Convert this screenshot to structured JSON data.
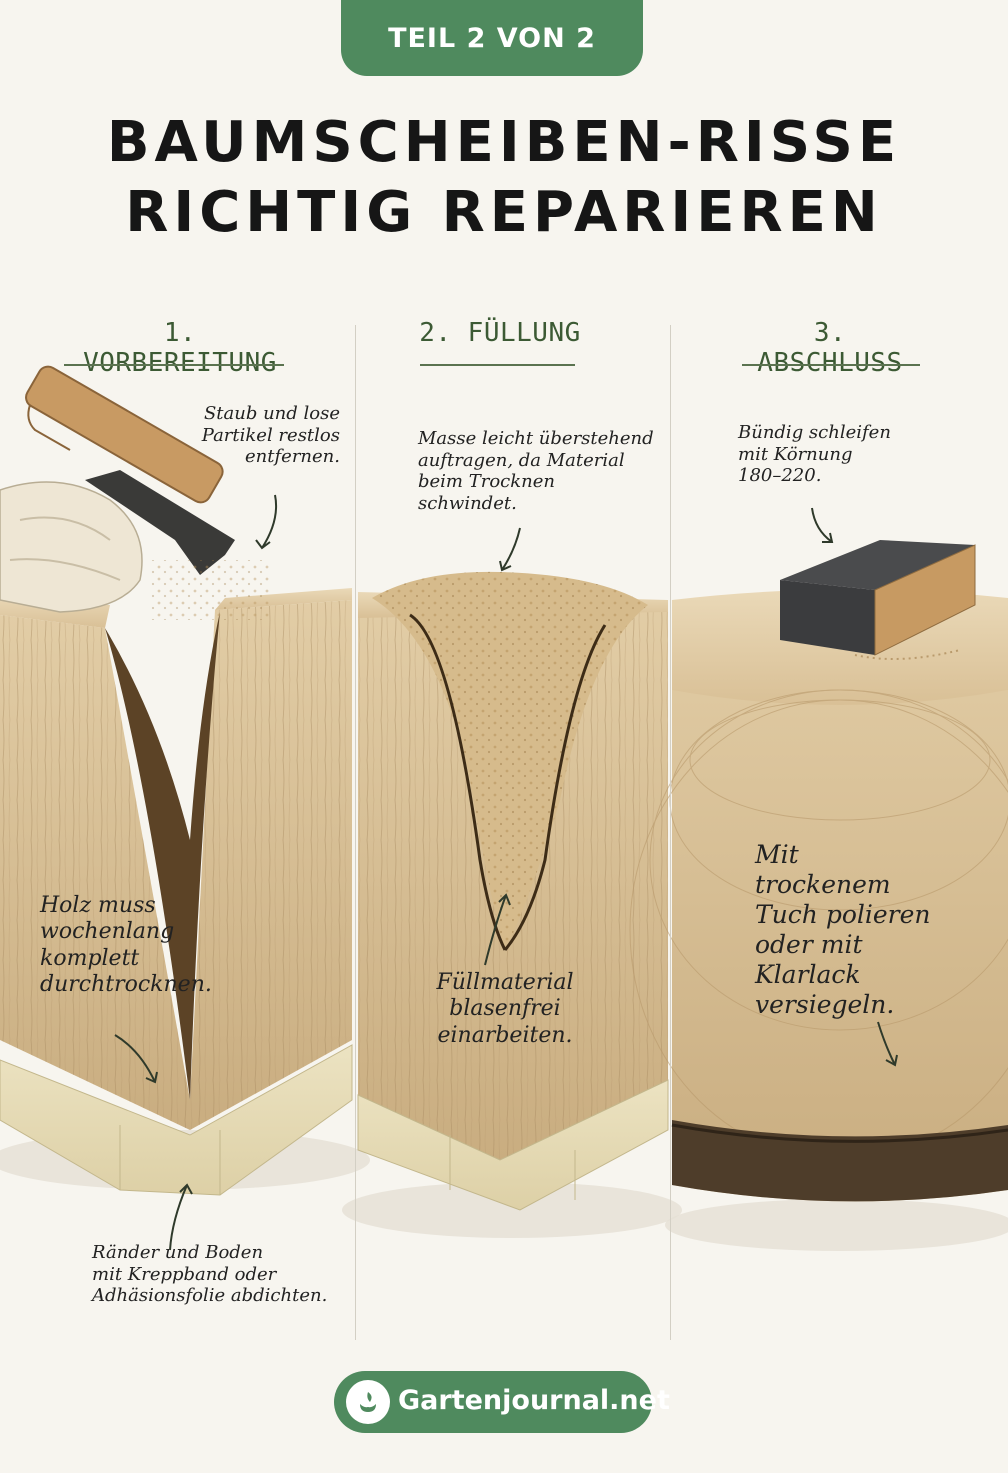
{
  "badge": "TEIL 2 VON 2",
  "title": {
    "line1": "BAUMSCHEIBEN-RISSE",
    "line2": "RICHTIG REPARIEREN"
  },
  "steps": [
    {
      "heading": "1. VORBEREITUNG",
      "note_top": "Staub und lose\nPartikel restlos\nentfernen.",
      "note_mid": "Holz muss\nwochenlang\nkomplett\ndurchtrocknen.",
      "note_bottom": "Ränder und Boden\nmit Kreppband oder\nAdhäsionsfolie abdichten."
    },
    {
      "heading": "2. FÜLLUNG",
      "note_top": "Masse leicht überstehend\nauftragen, da Material\nbeim Trocknen schwindet.",
      "note_mid": "Füllmaterial\nblasenfrei\neinarbeiten."
    },
    {
      "heading": "3. ABSCHLUSS",
      "note_top": "Bündig schleifen\nmit Körnung\n180–220.",
      "note_mid": "Mit trockenem\nTuch polieren\noder mit\nKlarlack\nversiegeln."
    }
  ],
  "footer": {
    "brand": "Gartenjournal.net",
    "logo_icon": "leaf-hand-icon"
  },
  "colors": {
    "accent_green": "#4f8a5e",
    "heading_green": "#3c5a34",
    "background": "#f7f5ef",
    "wood": "#d9c39c"
  }
}
